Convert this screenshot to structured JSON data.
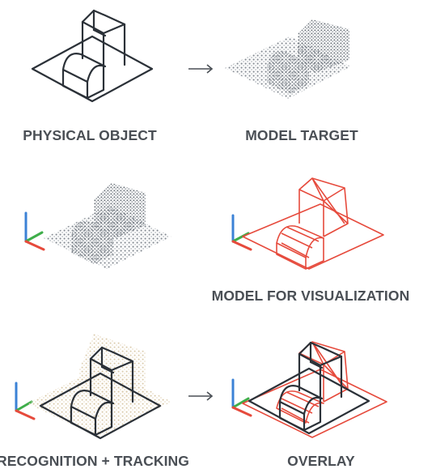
{
  "labels": {
    "physical_object": "PHYSICAL OBJECT",
    "model_target": "MODEL TARGET",
    "model_for_visualization": "MODEL FOR VISUALIZATION",
    "recognition_tracking": "RECOGNITION + TRACKING",
    "overlay": "OVERLAY"
  },
  "colors": {
    "outline_dark": "#2b3138",
    "point_cloud_gray": "#7d848c",
    "point_cloud_tan": "#d8c7a6",
    "visualization_red": "#e64a3c",
    "axis_x": "#e64a3c",
    "axis_y": "#3b82d6",
    "axis_z": "#3fae4a",
    "label_text": "#4a4f55"
  },
  "icons": {
    "arrow": "right-arrow-icon",
    "axes": "xyz-axes-icon"
  }
}
